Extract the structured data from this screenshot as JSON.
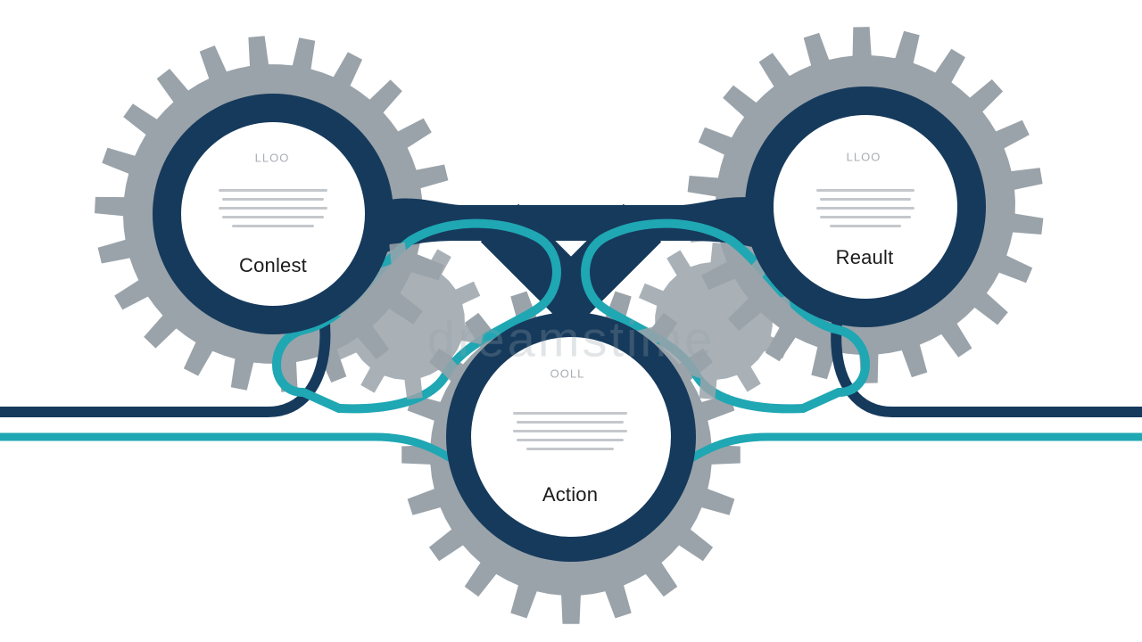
{
  "diagram": {
    "nodes": [
      {
        "id": "context",
        "label": "Conlest",
        "header": "LLOO"
      },
      {
        "id": "result",
        "label": "Reault",
        "header": "LLOO"
      },
      {
        "id": "action",
        "label": "Action",
        "header": "OOLL"
      }
    ],
    "watermark": "dreamstime"
  },
  "colors": {
    "gear": "#9aa3aa",
    "navy": "#163a5c",
    "teal": "#1fa7b3",
    "circle": "#ffffff",
    "placeholder_text": "#c4c8cc"
  }
}
